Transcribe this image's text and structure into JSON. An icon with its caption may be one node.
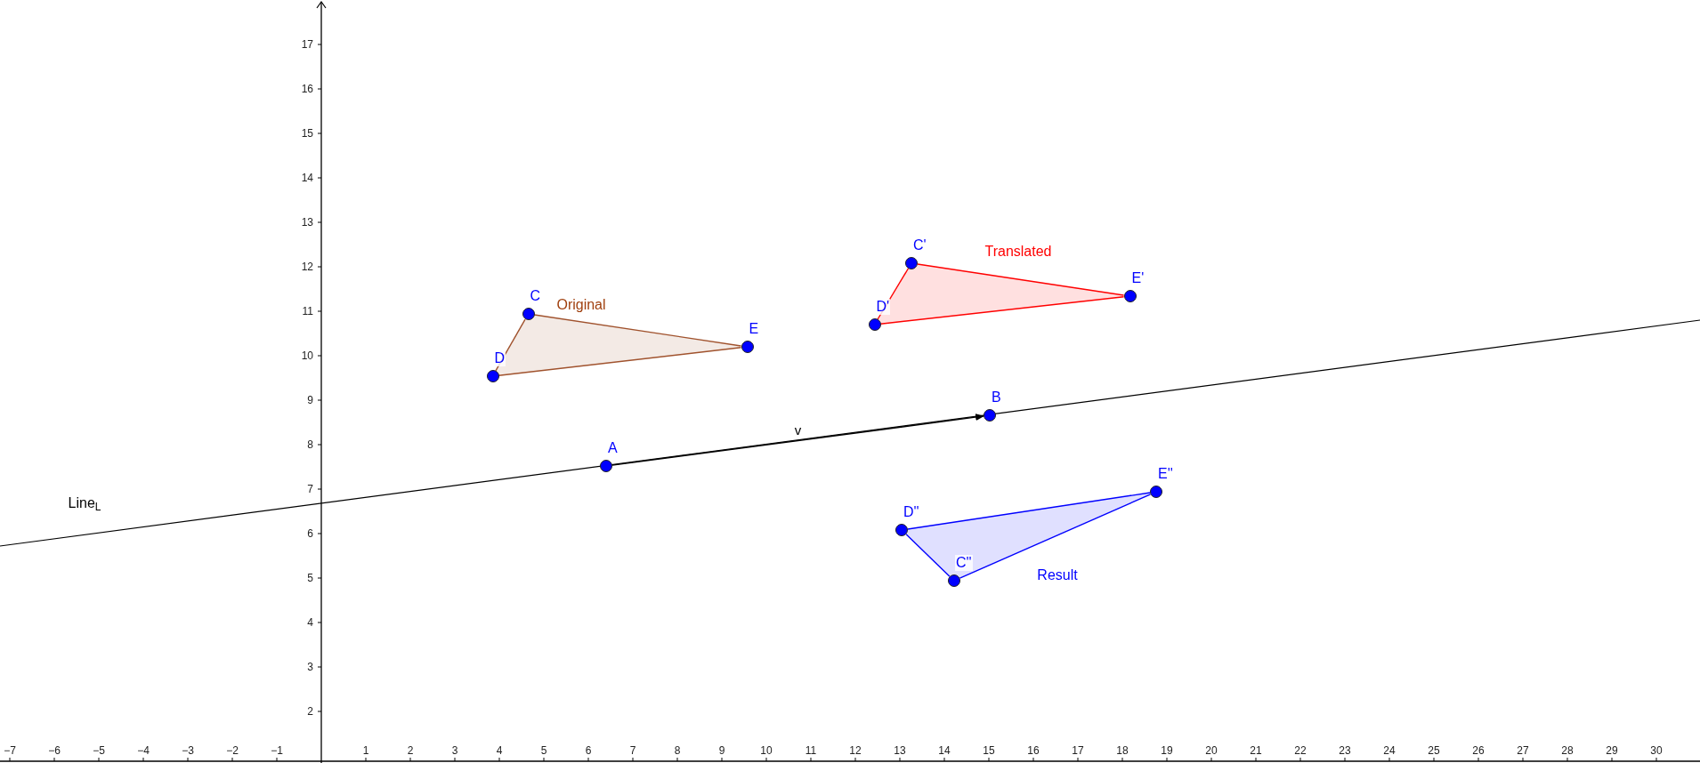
{
  "diagram": {
    "nodes": [
      {
        "text": [
          "A"
        ]
      },
      {
        "text": [
          "B"
        ]
      },
      {
        "text": [
          "C"
        ]
      },
      {
        "text": [
          "D"
        ]
      },
      {
        "text": [
          "E"
        ]
      },
      {
        "text": [
          "C'"
        ]
      },
      {
        "text": [
          "D'"
        ]
      },
      {
        "text": [
          "E'"
        ]
      },
      {
        "text": [
          "C''"
        ]
      },
      {
        "text": [
          "D''"
        ]
      },
      {
        "text": [
          "E''"
        ]
      }
    ],
    "edges": [
      {
        "from": 0,
        "to": 1,
        "arrow": "to",
        "label": "v",
        "color": "#000000"
      },
      {
        "from": 2,
        "to": 3,
        "arrow": "none",
        "color": "#a0522d"
      },
      {
        "from": 3,
        "to": 4,
        "arrow": "none",
        "color": "#a0522d"
      },
      {
        "from": 4,
        "to": 2,
        "arrow": "none",
        "color": "#a0522d"
      },
      {
        "from": 5,
        "to": 6,
        "arrow": "none",
        "color": "#ff0000"
      },
      {
        "from": 6,
        "to": 7,
        "arrow": "none",
        "color": "#ff0000"
      },
      {
        "from": 7,
        "to": 5,
        "arrow": "none",
        "color": "#ff0000"
      },
      {
        "from": 8,
        "to": 9,
        "arrow": "none",
        "color": "#0000ff"
      },
      {
        "from": 9,
        "to": 10,
        "arrow": "none",
        "color": "#0000ff"
      },
      {
        "from": 10,
        "to": 8,
        "arrow": "none",
        "color": "#0000ff"
      }
    ],
    "labels": [
      "Original",
      "Translated",
      "Result",
      "Line$_{L}$",
      "−7",
      "−6",
      "−5",
      "−4",
      "−3",
      "−2",
      "−1",
      "1",
      "2",
      "3",
      "4",
      "5",
      "6",
      "7",
      "8",
      "9",
      "10",
      "11",
      "12",
      "13",
      "14",
      "15",
      "16",
      "17",
      "18",
      "19",
      "20",
      "21",
      "22",
      "23",
      "24",
      "25",
      "26",
      "27",
      "28",
      "29",
      "30",
      "2",
      "3",
      "4",
      "5",
      "6",
      "7",
      "8",
      "9",
      "10",
      "11",
      "12",
      "13",
      "14",
      "15",
      "16",
      "17"
    ]
  }
}
